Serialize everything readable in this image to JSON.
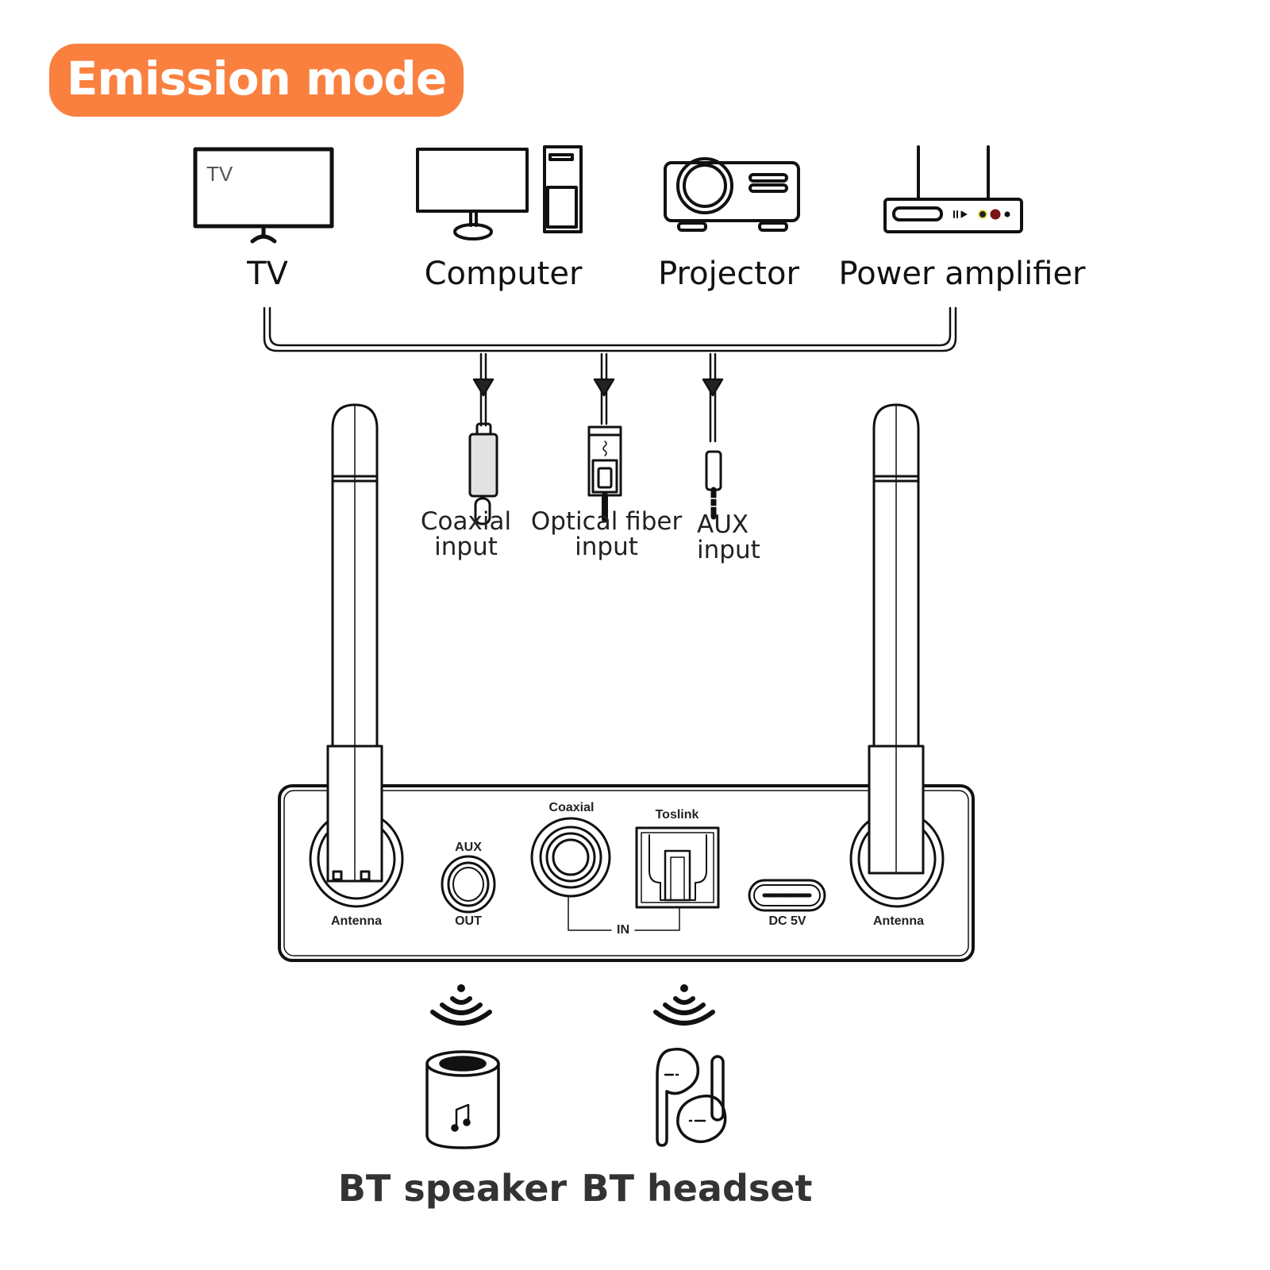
{
  "title": "Emission mode",
  "colors": {
    "badge": "#f9803f",
    "badge_text": "#ffffff",
    "line": "#111111"
  },
  "source_devices": [
    {
      "label": "TV",
      "icon": "tv-icon",
      "screen_text": "TV"
    },
    {
      "label": "Computer",
      "icon": "computer-icon"
    },
    {
      "label": "Projector",
      "icon": "projector-icon"
    },
    {
      "label": "Power amplifier",
      "icon": "power-amplifier-icon"
    }
  ],
  "inputs": [
    {
      "line1": "Coaxial",
      "line2": "input",
      "icon": "rca-plug-icon"
    },
    {
      "line1": "Optical fiber",
      "line2": "input",
      "icon": "toslink-plug-icon"
    },
    {
      "line1": "AUX",
      "line2": "input",
      "icon": "aux-plug-icon"
    }
  ],
  "device_ports": {
    "antenna_left": "Antenna",
    "aux_top": "AUX",
    "aux_bottom": "OUT",
    "coaxial": "Coaxial",
    "toslink": "Toslink",
    "in_bracket": "IN",
    "dc": "DC 5V",
    "antenna_right": "Antenna"
  },
  "outputs": [
    {
      "label": "BT speaker",
      "icon": "speaker-icon"
    },
    {
      "label": "BT headset",
      "icon": "earbuds-icon"
    }
  ]
}
